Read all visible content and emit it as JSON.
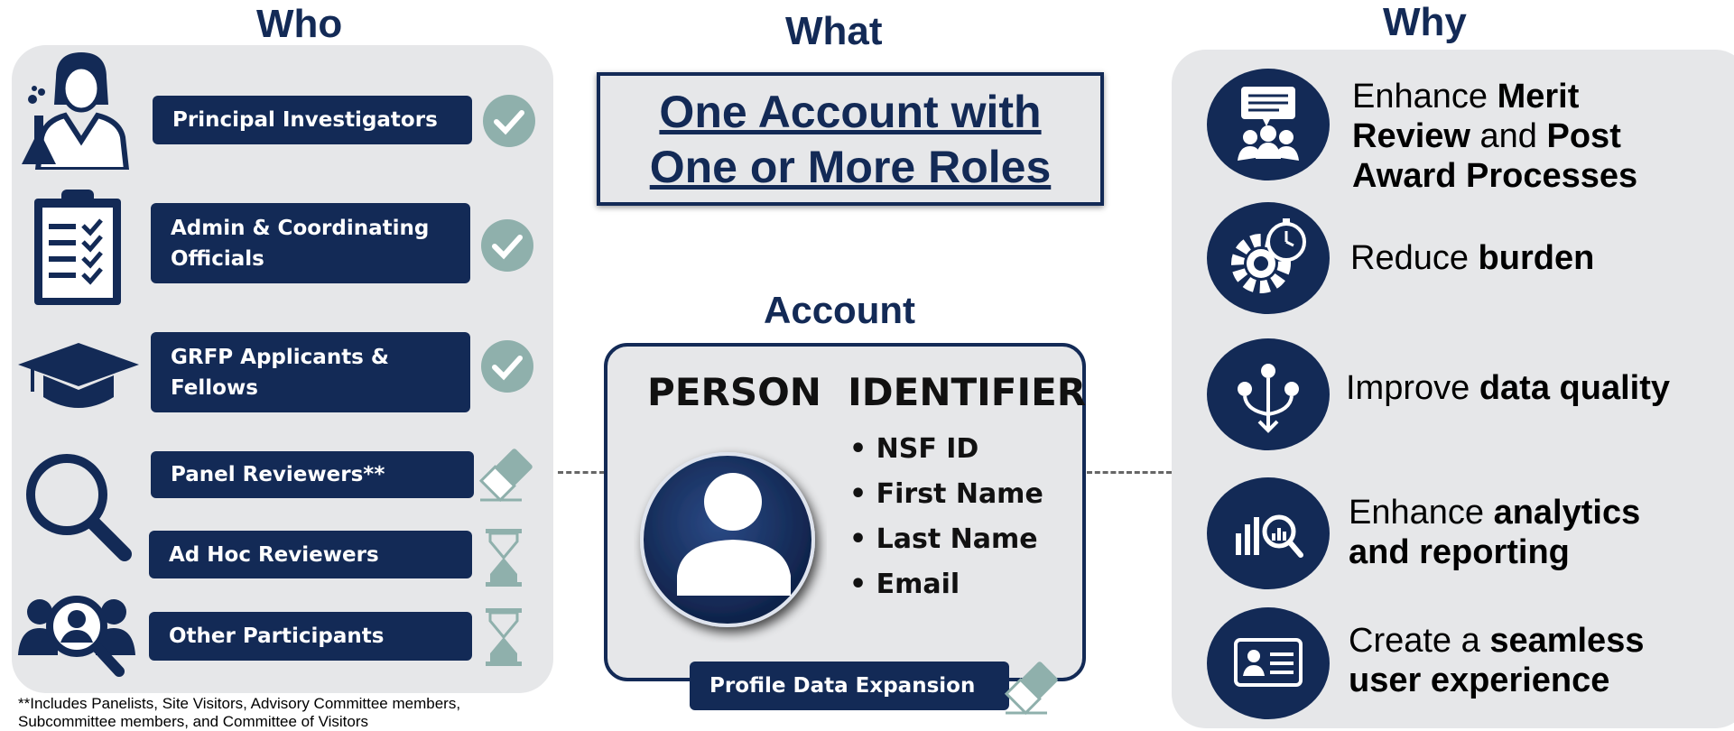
{
  "headings": {
    "who": "Who",
    "what": "What",
    "why": "Why",
    "account": "Account"
  },
  "what_box": {
    "line1": "One Account with",
    "line2": "One or More Roles"
  },
  "roles": [
    {
      "label": "Principal Investigators",
      "status_icon": "checkmark"
    },
    {
      "label_line1": "Admin & Coordinating",
      "label_line2": "Officials",
      "status_icon": "checkmark"
    },
    {
      "label_line1": "GRFP Applicants &",
      "label_line2": "Fellows",
      "status_icon": "checkmark"
    },
    {
      "label": "Panel Reviewers**",
      "status_icon": "eraser"
    },
    {
      "label": "Ad Hoc Reviewers",
      "status_icon": "hourglass"
    },
    {
      "label": "Other Participants",
      "status_icon": "hourglass"
    }
  ],
  "footnote": {
    "line1": "**Includes Panelists, Site Visitors, Advisory Committee members,",
    "line2": "Subcommittee members, and Committee of Visitors"
  },
  "account_card": {
    "title": "PERSON  IDENTIFIER",
    "fields": [
      "• NSF ID",
      "• First Name",
      "• Last Name",
      "• Email"
    ],
    "bottom_label": "Profile Data Expansion"
  },
  "why": [
    {
      "pre": "Enhance ",
      "b1": "Merit",
      "mid": "Review",
      "post": " and ",
      "b2": "Post",
      "line3": "Award Processes"
    },
    {
      "pre": "Reduce ",
      "b1": "burden"
    },
    {
      "pre": "Improve ",
      "b1": "data quality"
    },
    {
      "pre": "Enhance ",
      "b1": "analytics",
      "line2": "and reporting"
    },
    {
      "pre": "Create a ",
      "b1": "seamless",
      "line2": "user experience"
    }
  ],
  "colors": {
    "navy": "#132a56",
    "panel": "#e6e7e9",
    "check": "#8fb0ac"
  }
}
